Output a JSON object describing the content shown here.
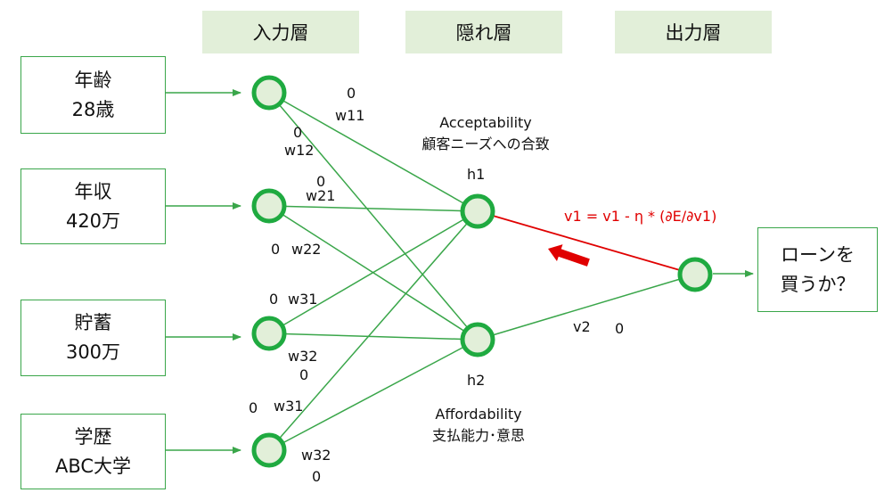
{
  "layers": {
    "input": "入力層",
    "hidden": "隠れ層",
    "output": "出力層"
  },
  "inputs": [
    {
      "line1": "年齢",
      "line2": "28歳"
    },
    {
      "line1": "年収",
      "line2": "420万"
    },
    {
      "line1": "貯蓄",
      "line2": "300万"
    },
    {
      "line1": "学歴",
      "line2": "ABC大学"
    }
  ],
  "output_box": {
    "line1": "ローンを",
    "line2": "買うか？"
  },
  "hidden_nodes": {
    "h1": "h1",
    "h2": "h2"
  },
  "hidden_captions": {
    "h1_en": "Acceptability",
    "h1_ja": "顧客ニーズへの合致",
    "h2_en": "Affordability",
    "h2_ja": "支払能力･意思"
  },
  "weights": {
    "w11": "w11",
    "w11_val": "0",
    "w12": "w12",
    "w12_val": "0",
    "w21": "w21",
    "w21_val": "0",
    "w22": "w22",
    "w22_val": "0",
    "w31": "w31",
    "w31_val": "0",
    "w32": "w32",
    "w32_val": "0",
    "w41": "w31",
    "w41_val": "0",
    "w42": "w32",
    "w42_val": "0",
    "v2": "v2",
    "v2_val": "0"
  },
  "update_formula": "v1 = v1 - η * (∂E/∂v1)",
  "colors": {
    "green": "#3aa64a",
    "node_fill": "#e2efd9",
    "header_fill": "#e2efd9",
    "red": "#e00000"
  }
}
